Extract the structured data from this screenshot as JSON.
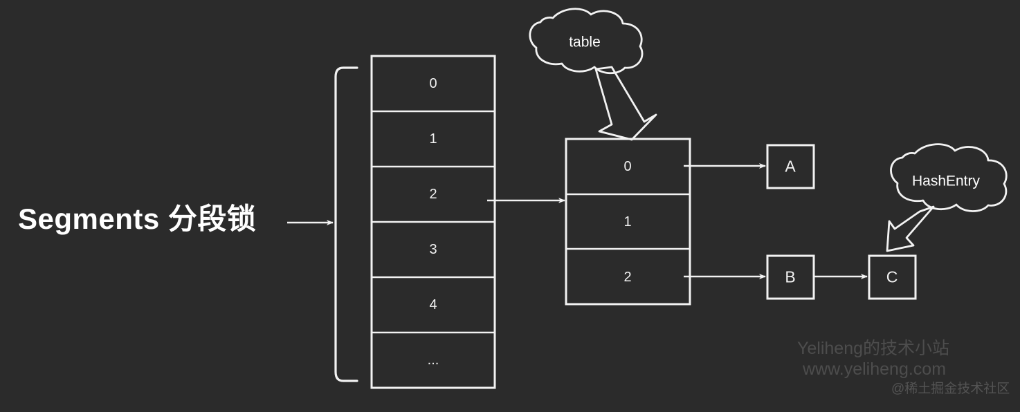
{
  "background_color": "#2b2b2b",
  "stroke_color": "#f2f2f2",
  "text_color": "#ffffff",
  "diagram": {
    "title_label": "Segments 分段锁",
    "segments_table": {
      "name": "segments-array",
      "cells": [
        "0",
        "1",
        "2",
        "3",
        "4",
        "..."
      ]
    },
    "hash_table": {
      "name": "table-array",
      "cells": [
        "0",
        "1",
        "2"
      ]
    },
    "entries": [
      {
        "id": "entry-a",
        "label": "A"
      },
      {
        "id": "entry-b",
        "label": "B"
      },
      {
        "id": "entry-c",
        "label": "C"
      }
    ],
    "callouts": [
      {
        "id": "table-callout",
        "label": "table"
      },
      {
        "id": "hashentry-callout",
        "label": "HashEntry"
      }
    ],
    "connections": [
      {
        "from": "segments-label",
        "to": "segments-brace"
      },
      {
        "from": "segments-cell-2",
        "to": "table-array"
      },
      {
        "from": "table-cell-0",
        "to": "entry-a"
      },
      {
        "from": "table-cell-2",
        "to": "entry-b"
      },
      {
        "from": "entry-b",
        "to": "entry-c"
      },
      {
        "from": "table-callout",
        "to": "table-array"
      },
      {
        "from": "hashentry-callout",
        "to": "entry-c"
      }
    ]
  },
  "watermarks": {
    "site": "Yeliheng的技术小站",
    "url": "www.yeliheng.com",
    "credit": "@稀土掘金技术社区"
  }
}
